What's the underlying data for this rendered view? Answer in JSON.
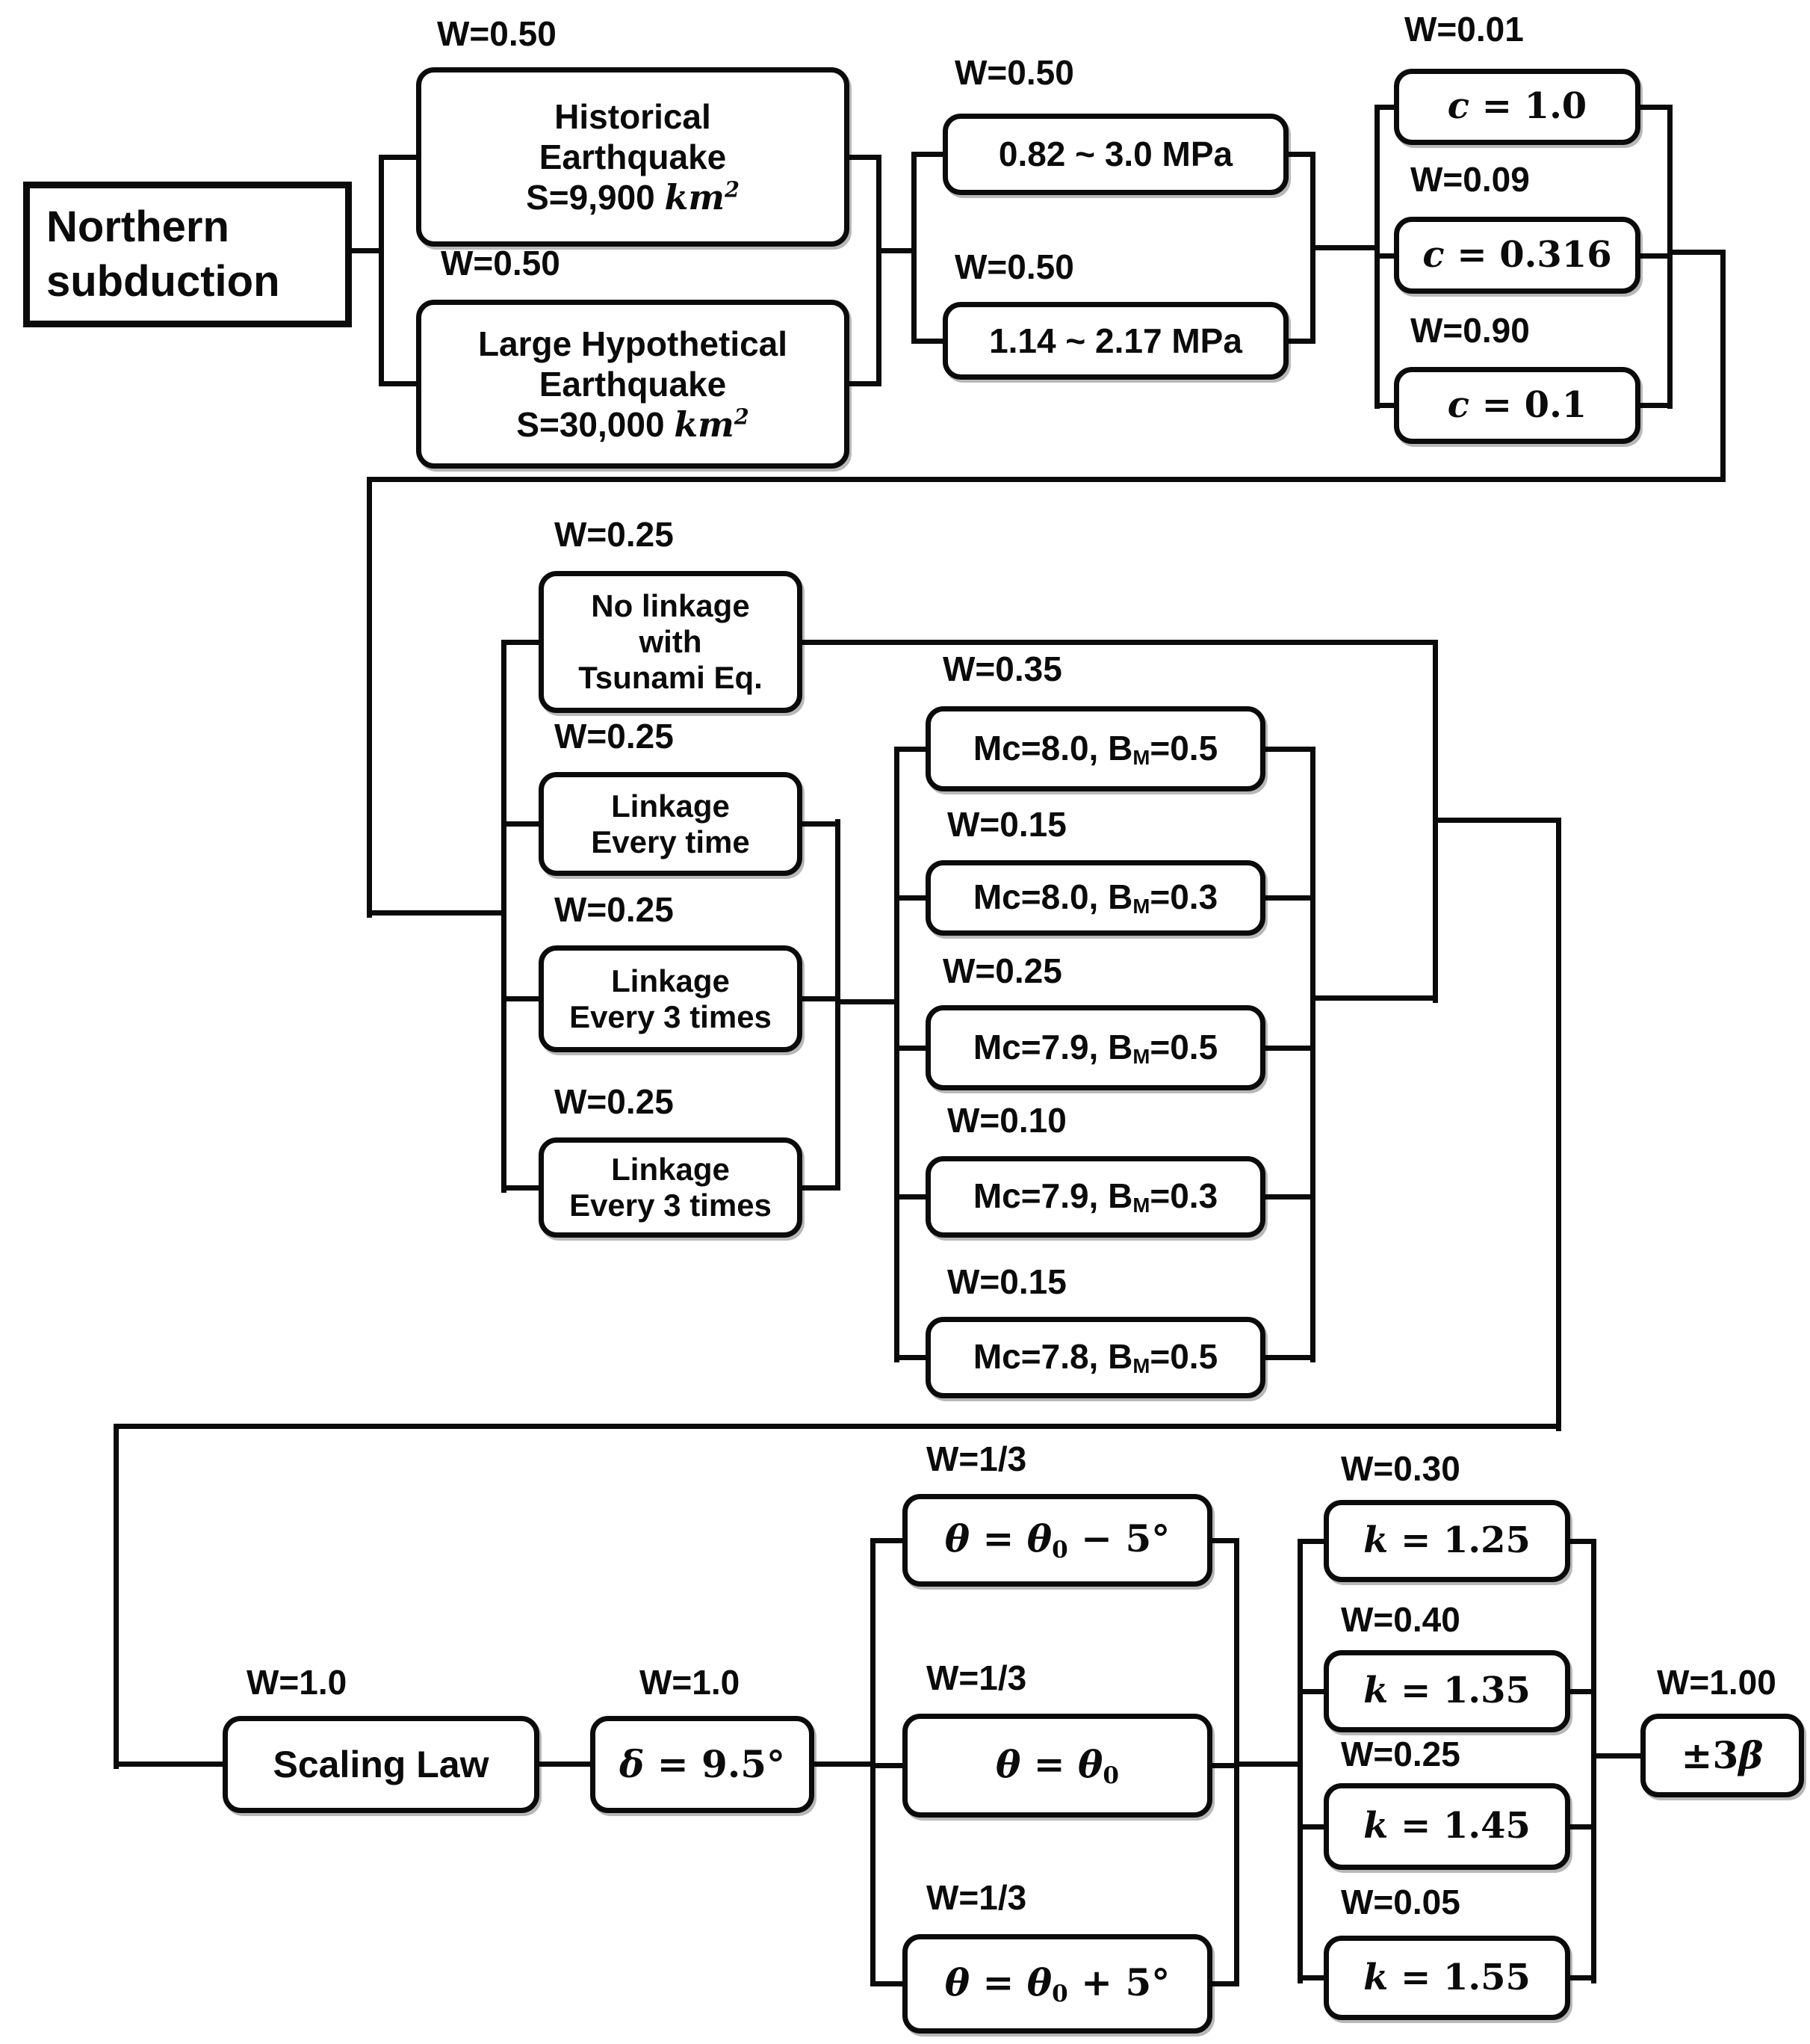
{
  "diagram": {
    "title_node": {
      "lines": [
        "Northern",
        "subduction"
      ]
    },
    "tier1": {
      "eq_options": [
        {
          "weight": "W=0.50",
          "lines": [
            "Historical",
            "Earthquake"
          ],
          "area": {
            "pre": "S=9,900 ",
            "it": "km",
            "sup": "2"
          }
        },
        {
          "weight": "W=0.50",
          "lines": [
            "Large Hypothetical",
            "Earthquake"
          ],
          "area": {
            "pre": "S=30,000 ",
            "it": "km",
            "sup": "2"
          }
        }
      ],
      "stress_options": [
        {
          "weight": "W=0.50",
          "label": "0.82 ~ 3.0 MPa"
        },
        {
          "weight": "W=0.50",
          "label": "1.14 ~ 2.17 MPa"
        }
      ],
      "c_options": [
        {
          "weight": "W=0.01",
          "var": "c",
          "rest": " = 1.0"
        },
        {
          "weight": "W=0.09",
          "var": "c",
          "rest": " = 0.316"
        },
        {
          "weight": "W=0.90",
          "var": "c",
          "rest": " = 0.1"
        }
      ]
    },
    "tier2": {
      "linkage_options": [
        {
          "weight": "W=0.25",
          "lines": [
            "No linkage",
            "with",
            "Tsunami Eq."
          ]
        },
        {
          "weight": "W=0.25",
          "lines": [
            "Linkage",
            "Every time"
          ]
        },
        {
          "weight": "W=0.25",
          "lines": [
            "Linkage",
            "Every 3 times"
          ]
        },
        {
          "weight": "W=0.25",
          "lines": [
            "Linkage",
            "Every 3 times"
          ]
        }
      ],
      "magnitude_options": [
        {
          "weight": "W=0.35",
          "pre": "Mc=8.0, B",
          "sub": "M",
          "post": "=0.5"
        },
        {
          "weight": "W=0.15",
          "pre": "Mc=8.0, B",
          "sub": "M",
          "post": "=0.3"
        },
        {
          "weight": "W=0.25",
          "pre": "Mc=7.9, B",
          "sub": "M",
          "post": "=0.5"
        },
        {
          "weight": "W=0.10",
          "pre": "Mc=7.9, B",
          "sub": "M",
          "post": "=0.3"
        },
        {
          "weight": "W=0.15",
          "pre": "Mc=7.8, B",
          "sub": "M",
          "post": "=0.5"
        }
      ]
    },
    "tier3": {
      "scaling": {
        "weight": "W=1.0",
        "label": "Scaling Law"
      },
      "dip": {
        "weight": "W=1.0",
        "var": "δ",
        "rest": " = 9.5°"
      },
      "strike_options": [
        {
          "weight": "W=1/3",
          "pre": "θ = θ",
          "sub": "0",
          "post": " − 5°"
        },
        {
          "weight": "W=1/3",
          "pre": "θ = θ",
          "sub": "0",
          "post": ""
        },
        {
          "weight": "W=1/3",
          "pre": "θ = θ",
          "sub": "0",
          "post": " + 5°"
        }
      ],
      "k_options": [
        {
          "weight": "W=0.30",
          "var": "k",
          "rest": " = 1.25"
        },
        {
          "weight": "W=0.40",
          "var": "k",
          "rest": " = 1.35"
        },
        {
          "weight": "W=0.25",
          "var": "k",
          "rest": " = 1.45"
        },
        {
          "weight": "W=0.05",
          "var": "k",
          "rest": " = 1.55"
        }
      ],
      "beta": {
        "weight": "W=1.00",
        "pre": "±3",
        "var": "β"
      }
    },
    "colors": {
      "line": "#0b0b0b",
      "box_bg": "#ffffff",
      "text": "#0b0b0b",
      "page_bg": "#ffffff"
    }
  }
}
